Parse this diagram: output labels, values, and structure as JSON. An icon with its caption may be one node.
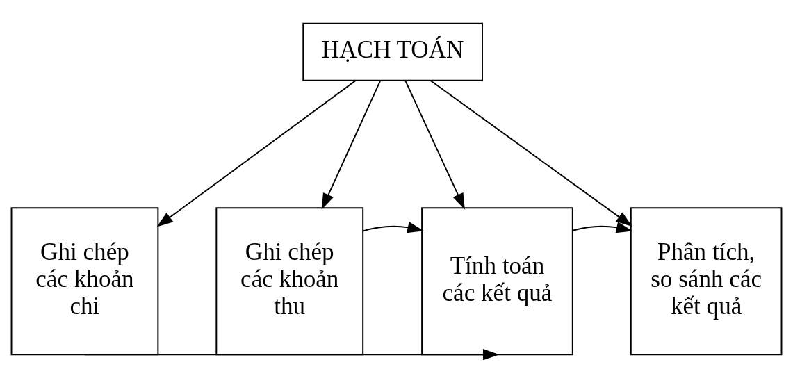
{
  "diagram": {
    "nodes": [
      {
        "text": [
          "HẠCH TOÁN"
        ]
      },
      {
        "text": [
          "Ghi chép các khoản chi"
        ]
      },
      {
        "text": [
          "Ghi chép các khoản thu"
        ]
      },
      {
        "text": [
          "Tính toán các kết quả"
        ]
      },
      {
        "text": [
          "Phân tích, so sánh các kết quả"
        ]
      }
    ],
    "edges": [
      {
        "from": 0,
        "to": 1,
        "arrow": "to"
      },
      {
        "from": 0,
        "to": 2,
        "arrow": "to"
      },
      {
        "from": 0,
        "to": 3,
        "arrow": "to"
      },
      {
        "from": 0,
        "to": 4,
        "arrow": "to"
      },
      {
        "from": 2,
        "to": 3,
        "arrow": "to"
      },
      {
        "from": 3,
        "to": 4,
        "arrow": "to"
      },
      {
        "from": 1,
        "to": 3,
        "arrow": "to"
      }
    ]
  }
}
